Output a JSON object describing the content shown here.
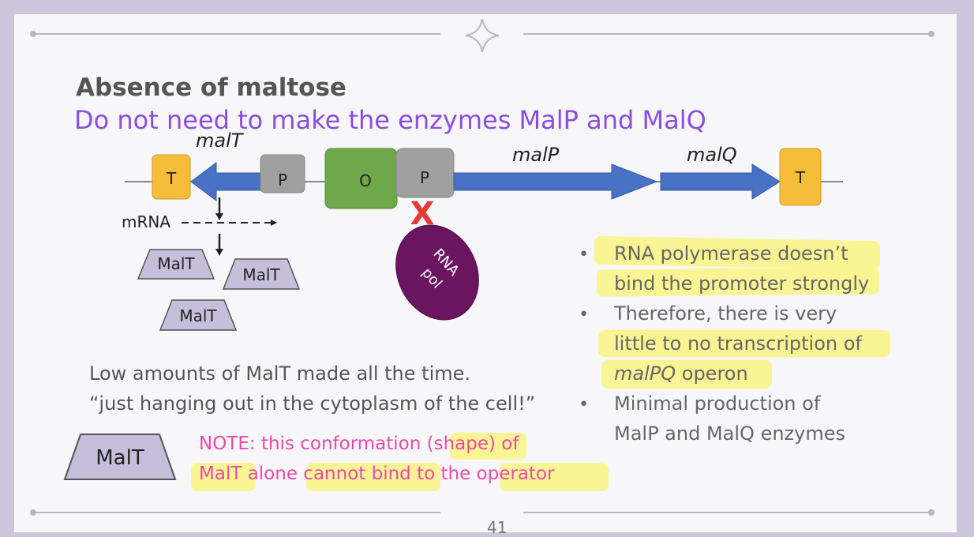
{
  "slide": {
    "title": "Absence of maltose",
    "subtitle": "Do not need to make the enzymes MalP and MalQ",
    "page_number": "41"
  },
  "diagram": {
    "gene_malT": "malT",
    "gene_malP": "malP",
    "gene_malQ": "malQ",
    "terminator_label": "T",
    "promoter_label": "P",
    "operator_label": "O",
    "mrna_label": "mRNA",
    "protein_label": "MalT",
    "rna_pol_line1": "RNA",
    "rna_pol_line2": "pol",
    "block_mark": "X"
  },
  "body": {
    "low_line1": "Low amounts of MalT made all the time.",
    "low_line2": "“just hanging out in the cytoplasm of the cell!”"
  },
  "bullets": {
    "b1_line1": "RNA polymerase doesn’t",
    "b1_line2": "bind the promoter strongly",
    "b2_line1": "Therefore, there is very",
    "b2_line2": "little to no transcription of",
    "b2_line3_italic": "malPQ",
    "b2_line3_rest": " operon",
    "b3_line1": "Minimal production of",
    "b3_line2": "MalP and MalQ enzymes"
  },
  "note": {
    "protein_label": "MalT",
    "line1_a": "NOTE: this conformation ",
    "line1_b": "(shape)",
    "line1_c": " of",
    "line2_a": "MalT",
    "line2_b": " alone ",
    "line2_c": "cannot bind",
    "line2_d": " to the ",
    "line2_e": "operator"
  },
  "colors": {
    "title": "#555555",
    "subtitle": "#8a4ee0",
    "terminator": "#f5bd3a",
    "promoter": "#a0a0a0",
    "operator": "#6ea84a",
    "arrow": "#4a72c4",
    "rna_pol": "#6b1460",
    "protein": "#c5bfdc",
    "block_x": "#e53935",
    "note_text": "#ea4aa8",
    "highlight": "#f8f58a"
  }
}
